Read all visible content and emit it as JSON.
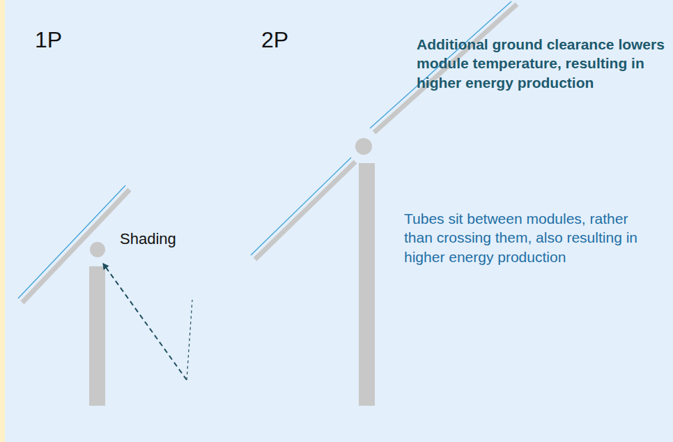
{
  "diagram": {
    "labels": [
      "1P",
      "2P",
      "Shading",
      "Additional ground clearance lowers module temperature, resulting in higher energy production",
      "Tubes sit between modules, rather than crossing them, also resulting in higher energy production"
    ]
  }
}
